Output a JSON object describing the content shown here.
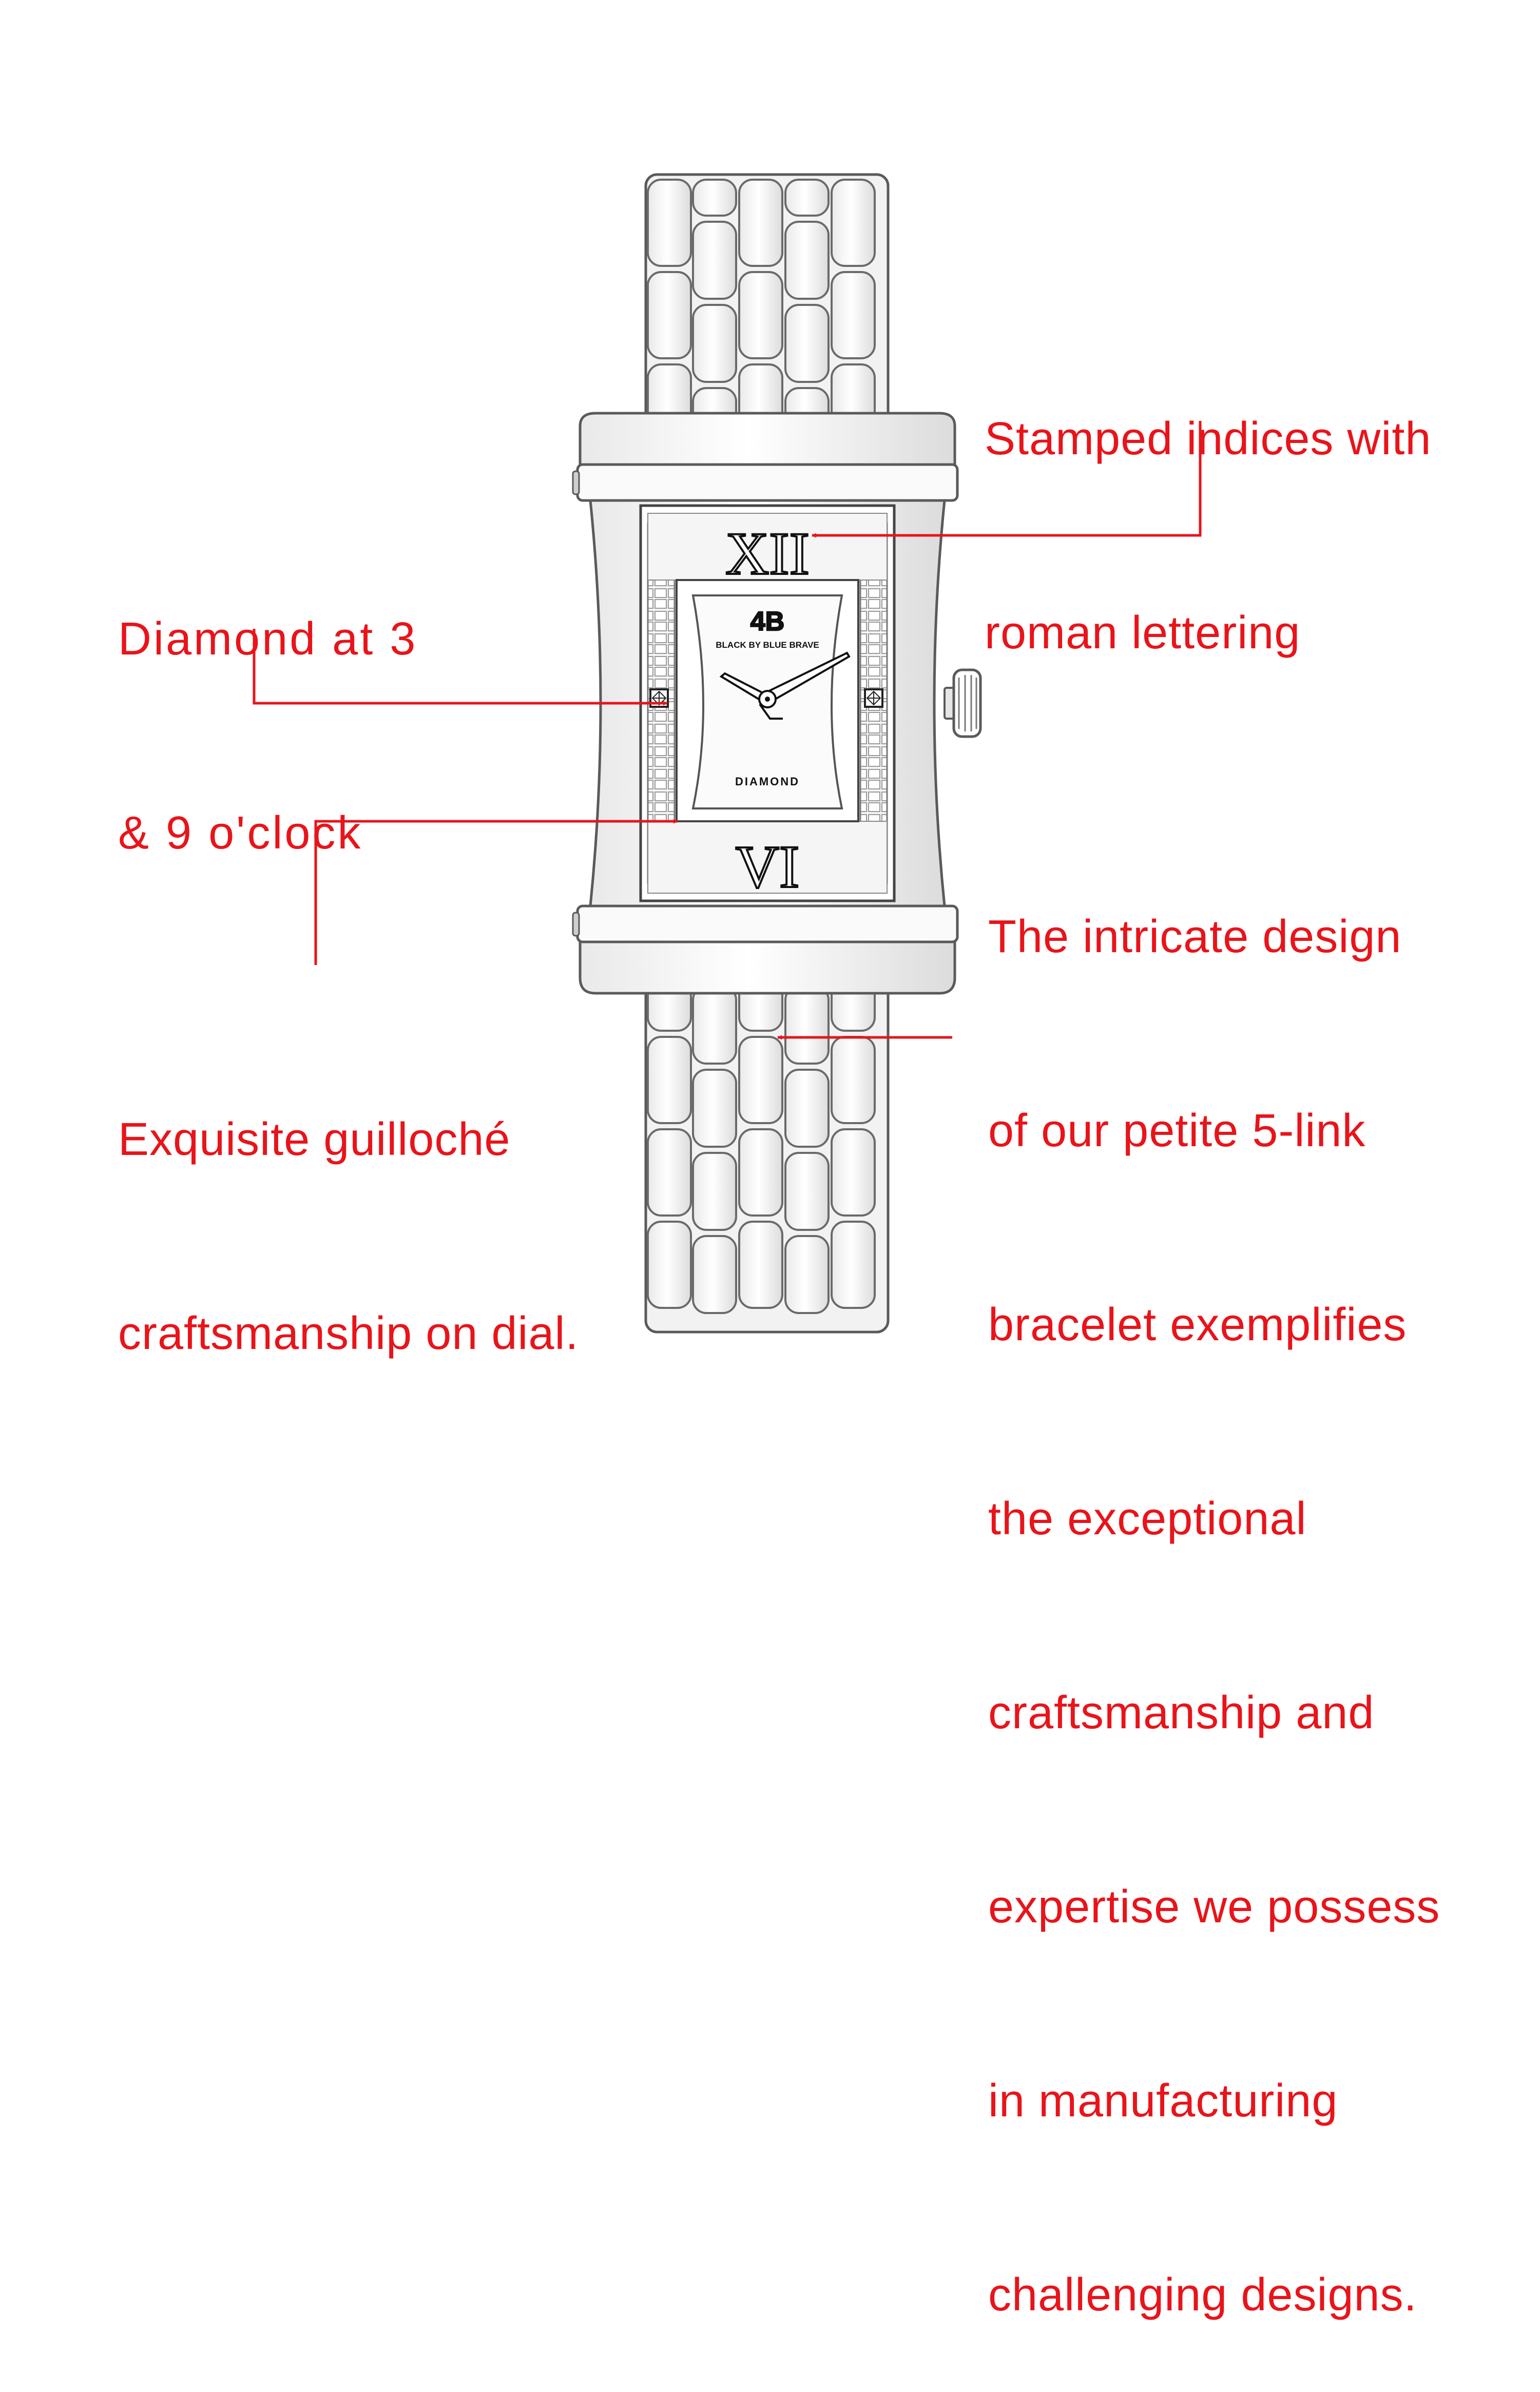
{
  "colors": {
    "callout": "#e8141a",
    "steel_fill": "#ffffff",
    "steel_shade": "#e6e6e6",
    "outline": "#5a5a5a",
    "dial_ink": "#111111"
  },
  "watch": {
    "logo": "4B",
    "brand": "BLACK BY BLUE BRAVE",
    "dial_label": "DIAMOND",
    "index_top": "XII",
    "index_bottom": "VI"
  },
  "callouts": {
    "indices": {
      "lines": [
        "Stamped indices with",
        "roman lettering"
      ]
    },
    "diamond": {
      "lines": [
        "Diamond at 3",
        "& 9 o'clock"
      ]
    },
    "guilloche": {
      "lines": [
        "Exquisite guilloché",
        "craftsmanship on dial."
      ]
    },
    "bracelet": {
      "lines": [
        "The intricate design",
        "of our petite 5-link",
        "bracelet exemplifies",
        "the exceptional",
        "craftsmanship and",
        "expertise we possess",
        "in manufacturing",
        "challenging designs."
      ]
    }
  }
}
